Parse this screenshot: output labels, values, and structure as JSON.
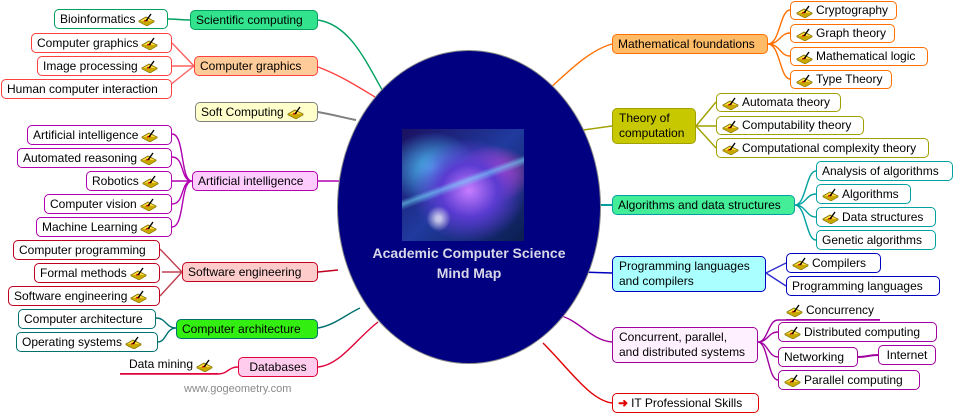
{
  "root": {
    "title_line1": "Academic Computer Science",
    "title_line2": "Mind Map",
    "fill": "#000080"
  },
  "watermark": "www.gogeometry.com",
  "icons": {
    "note": "pen-and-notepad-icon"
  },
  "left_branches": [
    {
      "label": "Scientific computing",
      "color": "#00a060",
      "fill": "#33e28c",
      "children": [
        {
          "label": "Bioinformatics",
          "icon": true
        }
      ]
    },
    {
      "label": "Computer graphics",
      "color": "#ff4040",
      "fill": "#ffcc99",
      "children": [
        {
          "label": "Computer graphics",
          "icon": true
        },
        {
          "label": "Image processing",
          "icon": true
        },
        {
          "label": "Human computer interaction",
          "icon": false
        }
      ]
    },
    {
      "label": "Soft Computing",
      "icon": true,
      "color": "#808080",
      "fill": "#ffffcc",
      "children": []
    },
    {
      "label": "Artificial intelligence",
      "color": "#b000b0",
      "fill": "#ffccff",
      "children": [
        {
          "label": "Artificial intelligence",
          "icon": true
        },
        {
          "label": "Automated reasoning",
          "icon": true
        },
        {
          "label": "Robotics",
          "icon": true
        },
        {
          "label": "Computer vision",
          "icon": true
        },
        {
          "label": "Machine Learning",
          "icon": true
        }
      ]
    },
    {
      "label": "Software engineering",
      "color": "#c00020",
      "fill": "#ffcccc",
      "children": [
        {
          "label": "Computer programming",
          "icon": false
        },
        {
          "label": "Formal methods",
          "icon": true
        },
        {
          "label": "Software engineering",
          "icon": true
        }
      ]
    },
    {
      "label": "Computer architecture",
      "color": "#007070",
      "fill": "#33ee11",
      "children": [
        {
          "label": "Computer architecture",
          "icon": false
        },
        {
          "label": "Operating systems",
          "icon": true
        }
      ]
    },
    {
      "label": "Databases",
      "color": "#e0003a",
      "fill": "#ffccee",
      "children": [
        {
          "label": "Data mining",
          "icon": true
        }
      ]
    }
  ],
  "right_branches": [
    {
      "label": "Mathematical foundations",
      "color": "#ff7000",
      "fill": "#ffbb66",
      "children": [
        {
          "label": "Cryptography",
          "icon": true
        },
        {
          "label": "Graph theory",
          "icon": true
        },
        {
          "label": "Mathematical logic",
          "icon": true
        },
        {
          "label": "Type Theory",
          "icon": true
        }
      ]
    },
    {
      "label_line1": "Theory of",
      "label_line2": "computation",
      "color": "#a0a000",
      "fill": "#c8c800",
      "children": [
        {
          "label": "Automata theory",
          "icon": true
        },
        {
          "label": "Computability theory",
          "icon": true
        },
        {
          "label": "Computational complexity theory",
          "icon": true
        }
      ]
    },
    {
      "label": "Algorithms and data structures",
      "color": "#00a0a0",
      "fill": "#44ee99",
      "children": [
        {
          "label": "Analysis of algorithms",
          "icon": false
        },
        {
          "label": "Algorithms",
          "icon": true
        },
        {
          "label": "Data structures",
          "icon": true
        },
        {
          "label": "Genetic algorithms",
          "icon": false
        }
      ]
    },
    {
      "label_line1": "Programming languages",
      "label_line2": "and compilers",
      "color": "#0000c0",
      "fill": "#aaffff",
      "children": [
        {
          "label": "Compilers",
          "icon": true
        },
        {
          "label": "Programming languages",
          "icon": false
        }
      ]
    },
    {
      "label_line1": "Concurrent, parallel,",
      "label_line2": "and distributed systems",
      "color": "#a000a0",
      "fill": "#fff0ff",
      "children": [
        {
          "label": "Concurrency",
          "icon": true
        },
        {
          "label": "Distributed computing",
          "icon": true
        },
        {
          "label": "Networking",
          "icon": false,
          "children": [
            {
              "label": "Internet"
            }
          ]
        },
        {
          "label": "Parallel computing",
          "icon": true
        }
      ]
    },
    {
      "label": "IT Professional Skills",
      "arrow": "➜",
      "color": "#e00000",
      "fill": "#ffffff",
      "children": []
    }
  ]
}
